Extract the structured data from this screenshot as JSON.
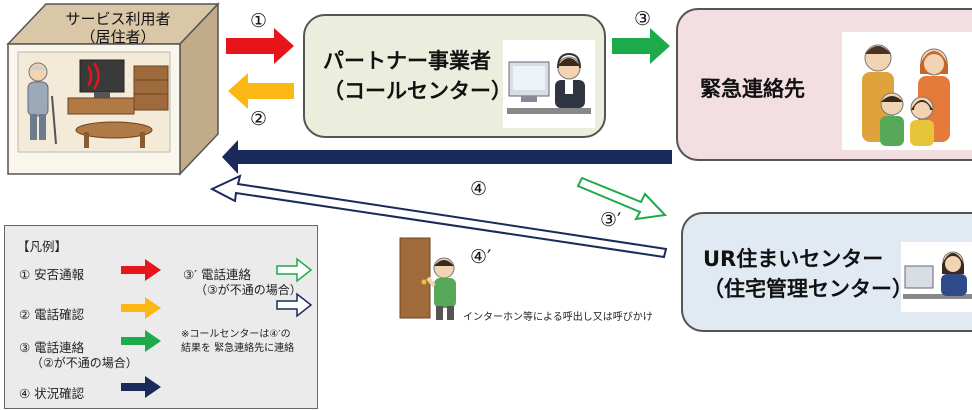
{
  "residence": {
    "title_line1": "サービス利用者",
    "title_line2": "（居住者）"
  },
  "partner": {
    "line1": "パートナー事業者",
    "line2": "（コールセンター）"
  },
  "emergency": {
    "label": "緊急連絡先"
  },
  "ur_center": {
    "line1": "UR住まいセンター",
    "line2": "（住宅管理センター）"
  },
  "flow_numbers": {
    "n1": "①",
    "n2": "②",
    "n3": "③",
    "n4": "④",
    "n3p": "③′",
    "n4p": "④′"
  },
  "intercom_caption": "インターホン等による呼出し又は呼びかけ",
  "legend": {
    "title": "【凡例】",
    "item1": "① 安否通報",
    "item2": "② 電話確認",
    "item3": "③ 電話連絡",
    "item3_sub": "（②が不通の場合）",
    "item4": "④ 状況確認",
    "item3p": "③′ 電話連絡",
    "item3p_sub": "（③が不通の場合）",
    "note_line1": "※コールセンターは④′の",
    "note_line2": "結果を 緊急連絡先に連絡"
  },
  "colors": {
    "red": "#e8141c",
    "orange": "#fbb713",
    "green": "#1daa4b",
    "navy": "#1b2a5c",
    "green_outline": "#1daa4b",
    "navy_outline": "#1b2a5c"
  }
}
